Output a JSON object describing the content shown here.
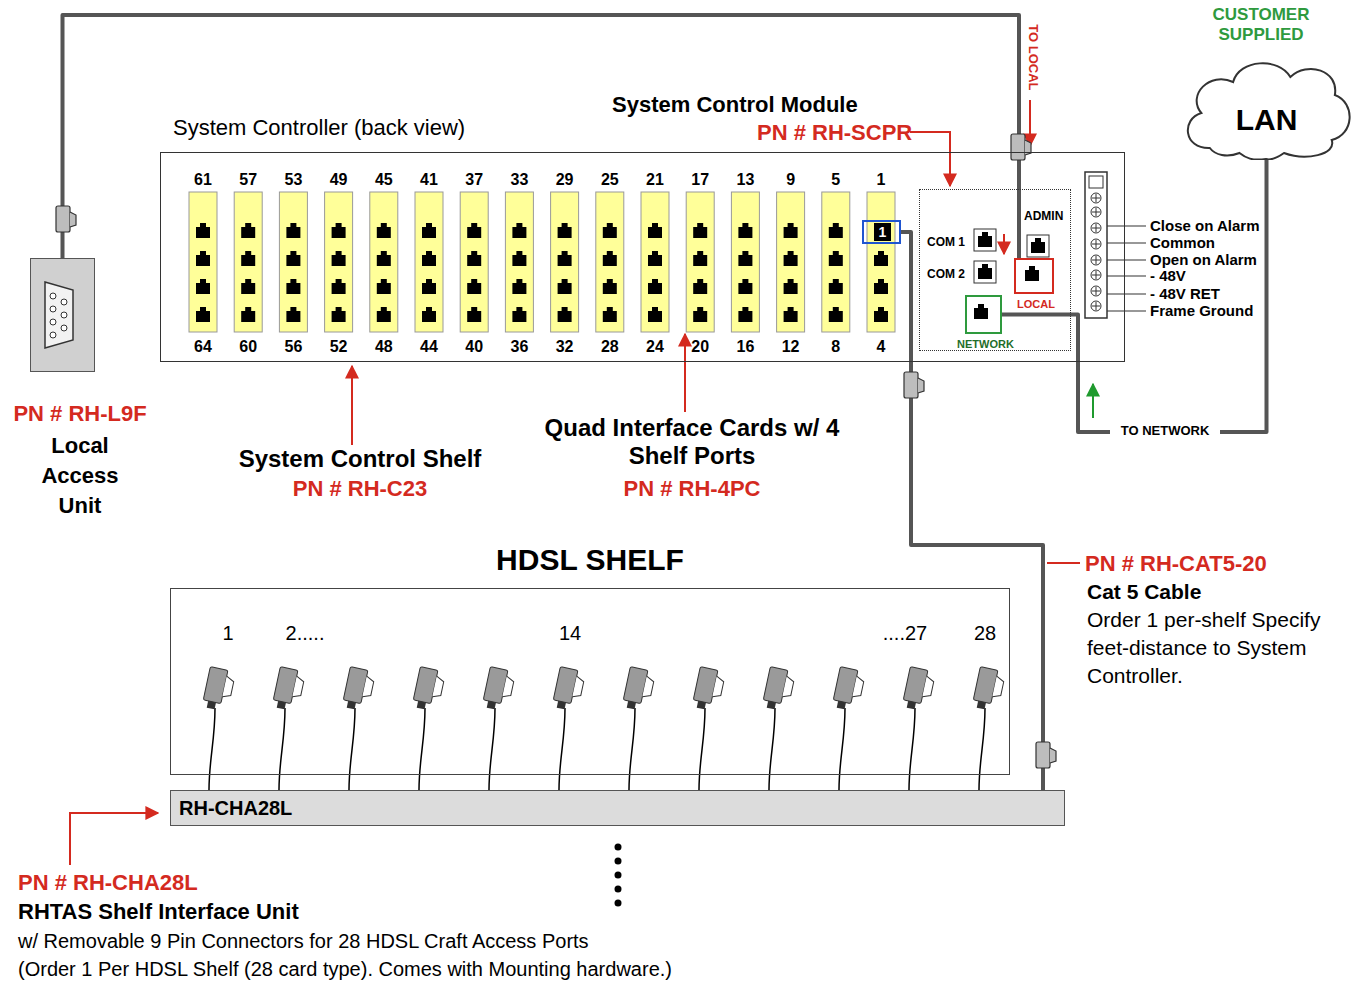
{
  "diagram": {
    "nodes": [
      {
        "text": [
          "System Controller (back view)"
        ]
      },
      {
        "text": [
          "COM 1",
          "COM 2",
          "ADMIN"
        ],
        "in": 0
      },
      {
        "text": [
          "LOCAL"
        ],
        "in": 1
      },
      {
        "text": [
          "NETWORK"
        ],
        "in": 1
      },
      {
        "text": [
          "1"
        ],
        "in": 0
      },
      {
        "text": [
          "PN # RH-L9F",
          "Local Access Unit"
        ]
      },
      {
        "text": [
          "CUSTOMER SUPPLIED",
          "LAN"
        ]
      },
      {
        "text": [
          "HDSL SHELF"
        ]
      },
      {
        "text": [
          "RH-CHA28L"
        ]
      }
    ],
    "edges": [
      {
        "from": 2,
        "to": 5,
        "arrow": "none",
        "label": "TO LOCAL"
      },
      {
        "from": 3,
        "to": 6,
        "arrow": "none",
        "label": "TO NETWORK"
      },
      {
        "from": 4,
        "to": 8,
        "arrow": "none"
      }
    ],
    "labels": [
      "61",
      "57",
      "53",
      "49",
      "45",
      "41",
      "37",
      "33",
      "29",
      "25",
      "21",
      "17",
      "13",
      "9",
      "5",
      "1",
      "64",
      "60",
      "56",
      "52",
      "48",
      "44",
      "40",
      "36",
      "32",
      "28",
      "24",
      "20",
      "16",
      "12",
      "8",
      "4",
      "System Control Module",
      "PN # RH-SCPR",
      "Close on Alarm",
      "Common",
      "Open on Alarm",
      "- 48V",
      "- 48V RET",
      "Frame Ground",
      "System Control Shelf",
      "PN # RH-C23",
      "Quad Interface Cards w/ 4 Shelf Ports",
      "PN # RH-4PC",
      "PN # RH-CAT5-20",
      "Cat 5 Cable",
      "Order 1 per-shelf Specify feet-distance to System Controller.",
      "1",
      "2.....",
      "14",
      "....27",
      "28",
      "PN # RH-CHA28L",
      "RHTAS Shelf Interface Unit",
      "w/ Removable 9 Pin Connectors for 28 HDSL Craft Access Ports",
      "(Order 1 Per HDSL Shelf (28 card type). Comes with Mounting hardware.)"
    ]
  }
}
